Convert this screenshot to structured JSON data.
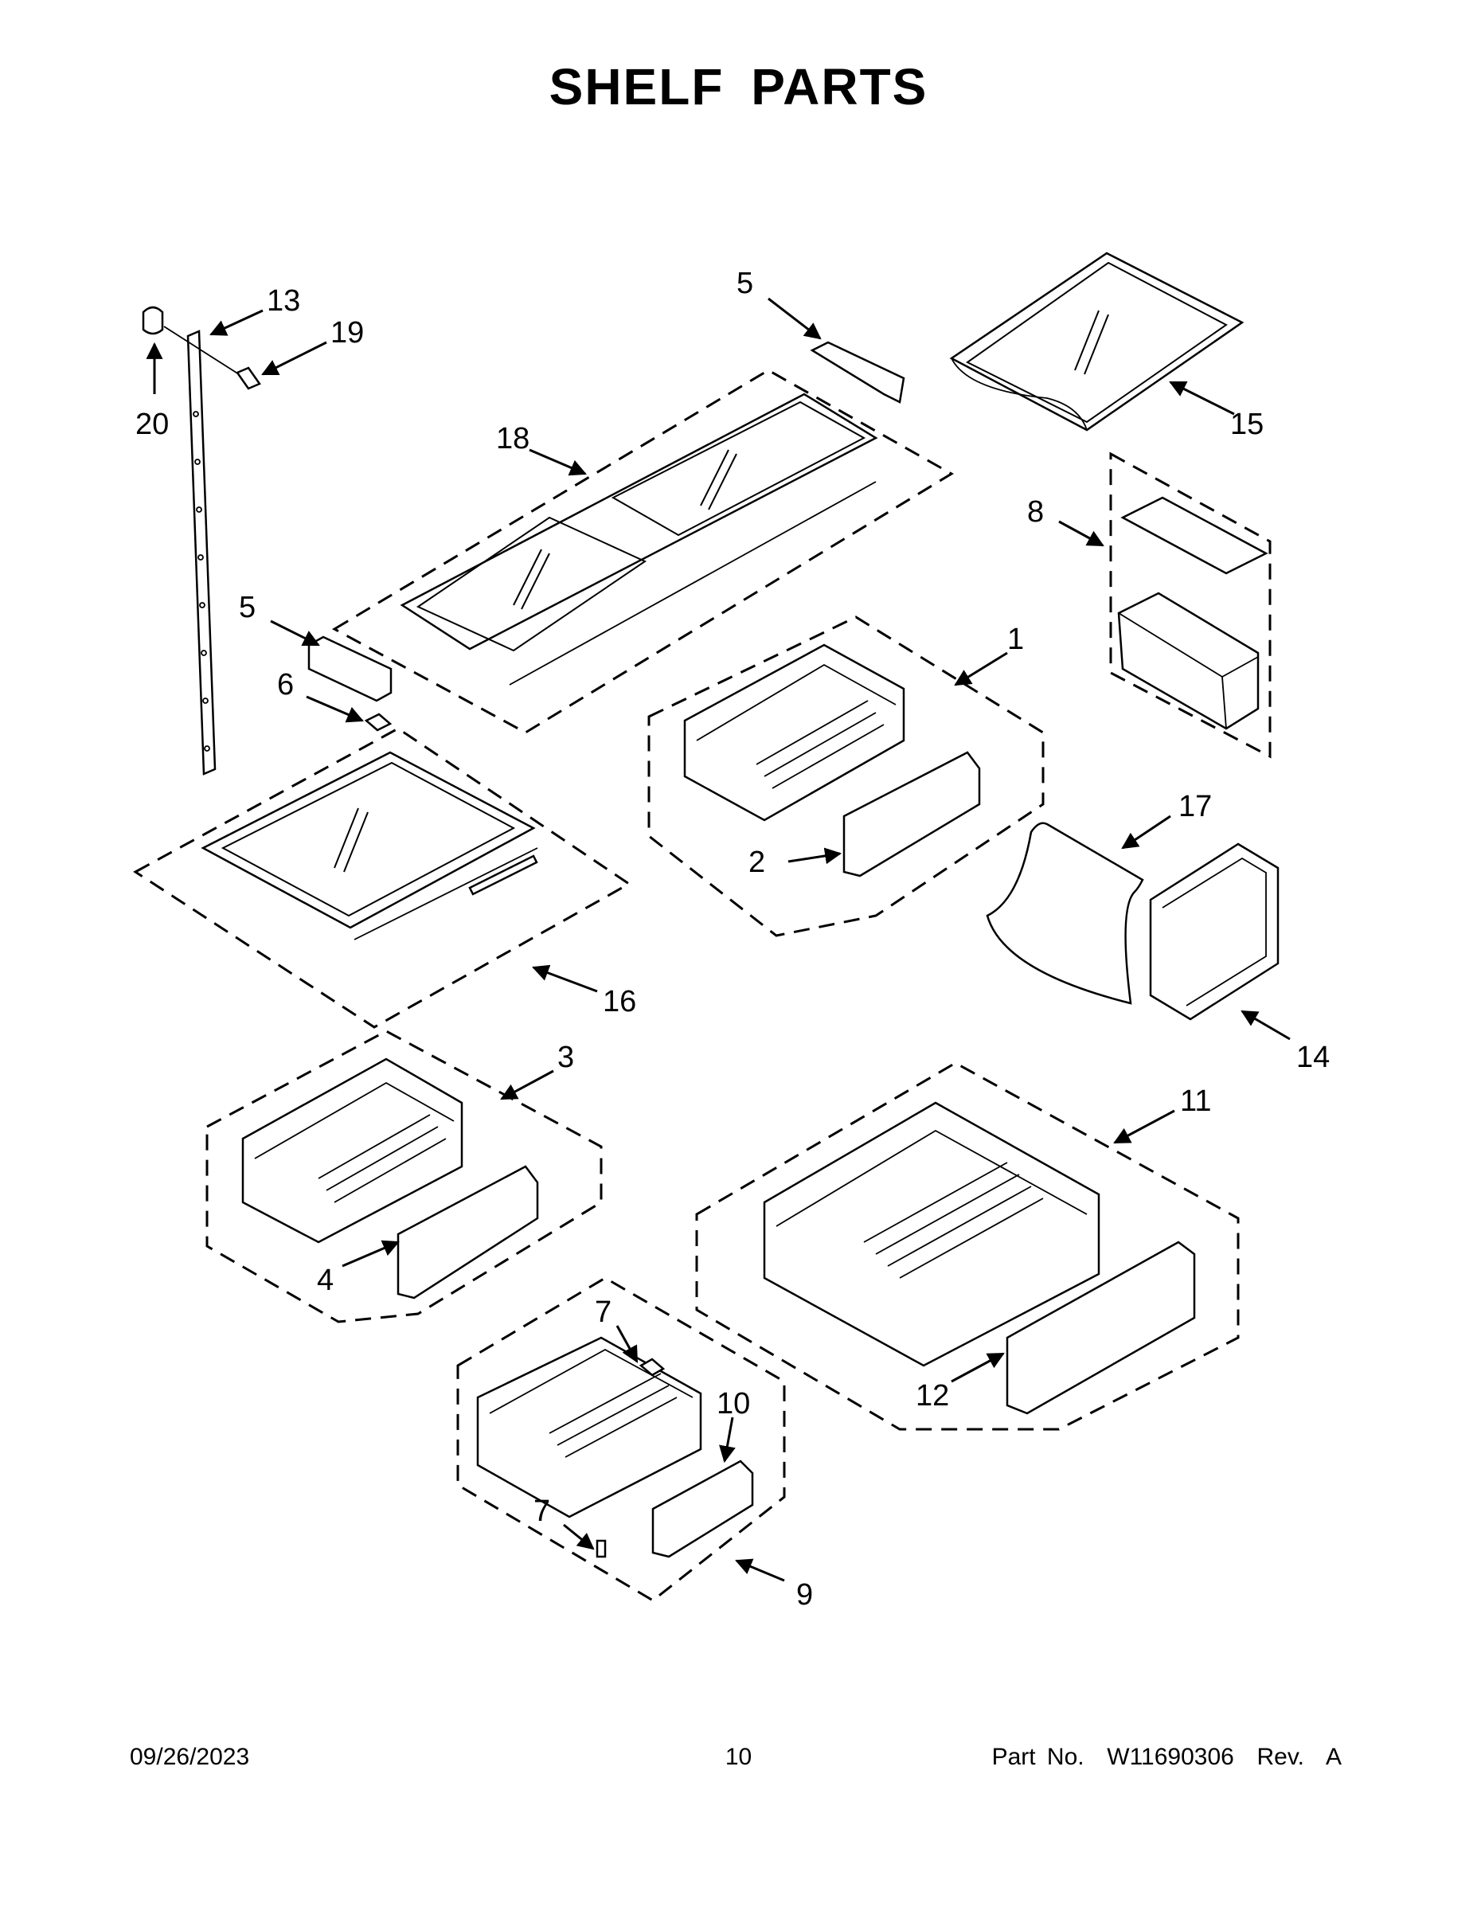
{
  "title": "SHELF PARTS",
  "callouts": [
    "1",
    "2",
    "3",
    "4",
    "5",
    "5",
    "6",
    "7",
    "7",
    "8",
    "9",
    "10",
    "11",
    "12",
    "13",
    "14",
    "15",
    "16",
    "17",
    "18",
    "19",
    "20"
  ],
  "footer": {
    "date": "09/26/2023",
    "page": "10",
    "part_number": "Part No.  W11690306  Rev.  A"
  }
}
